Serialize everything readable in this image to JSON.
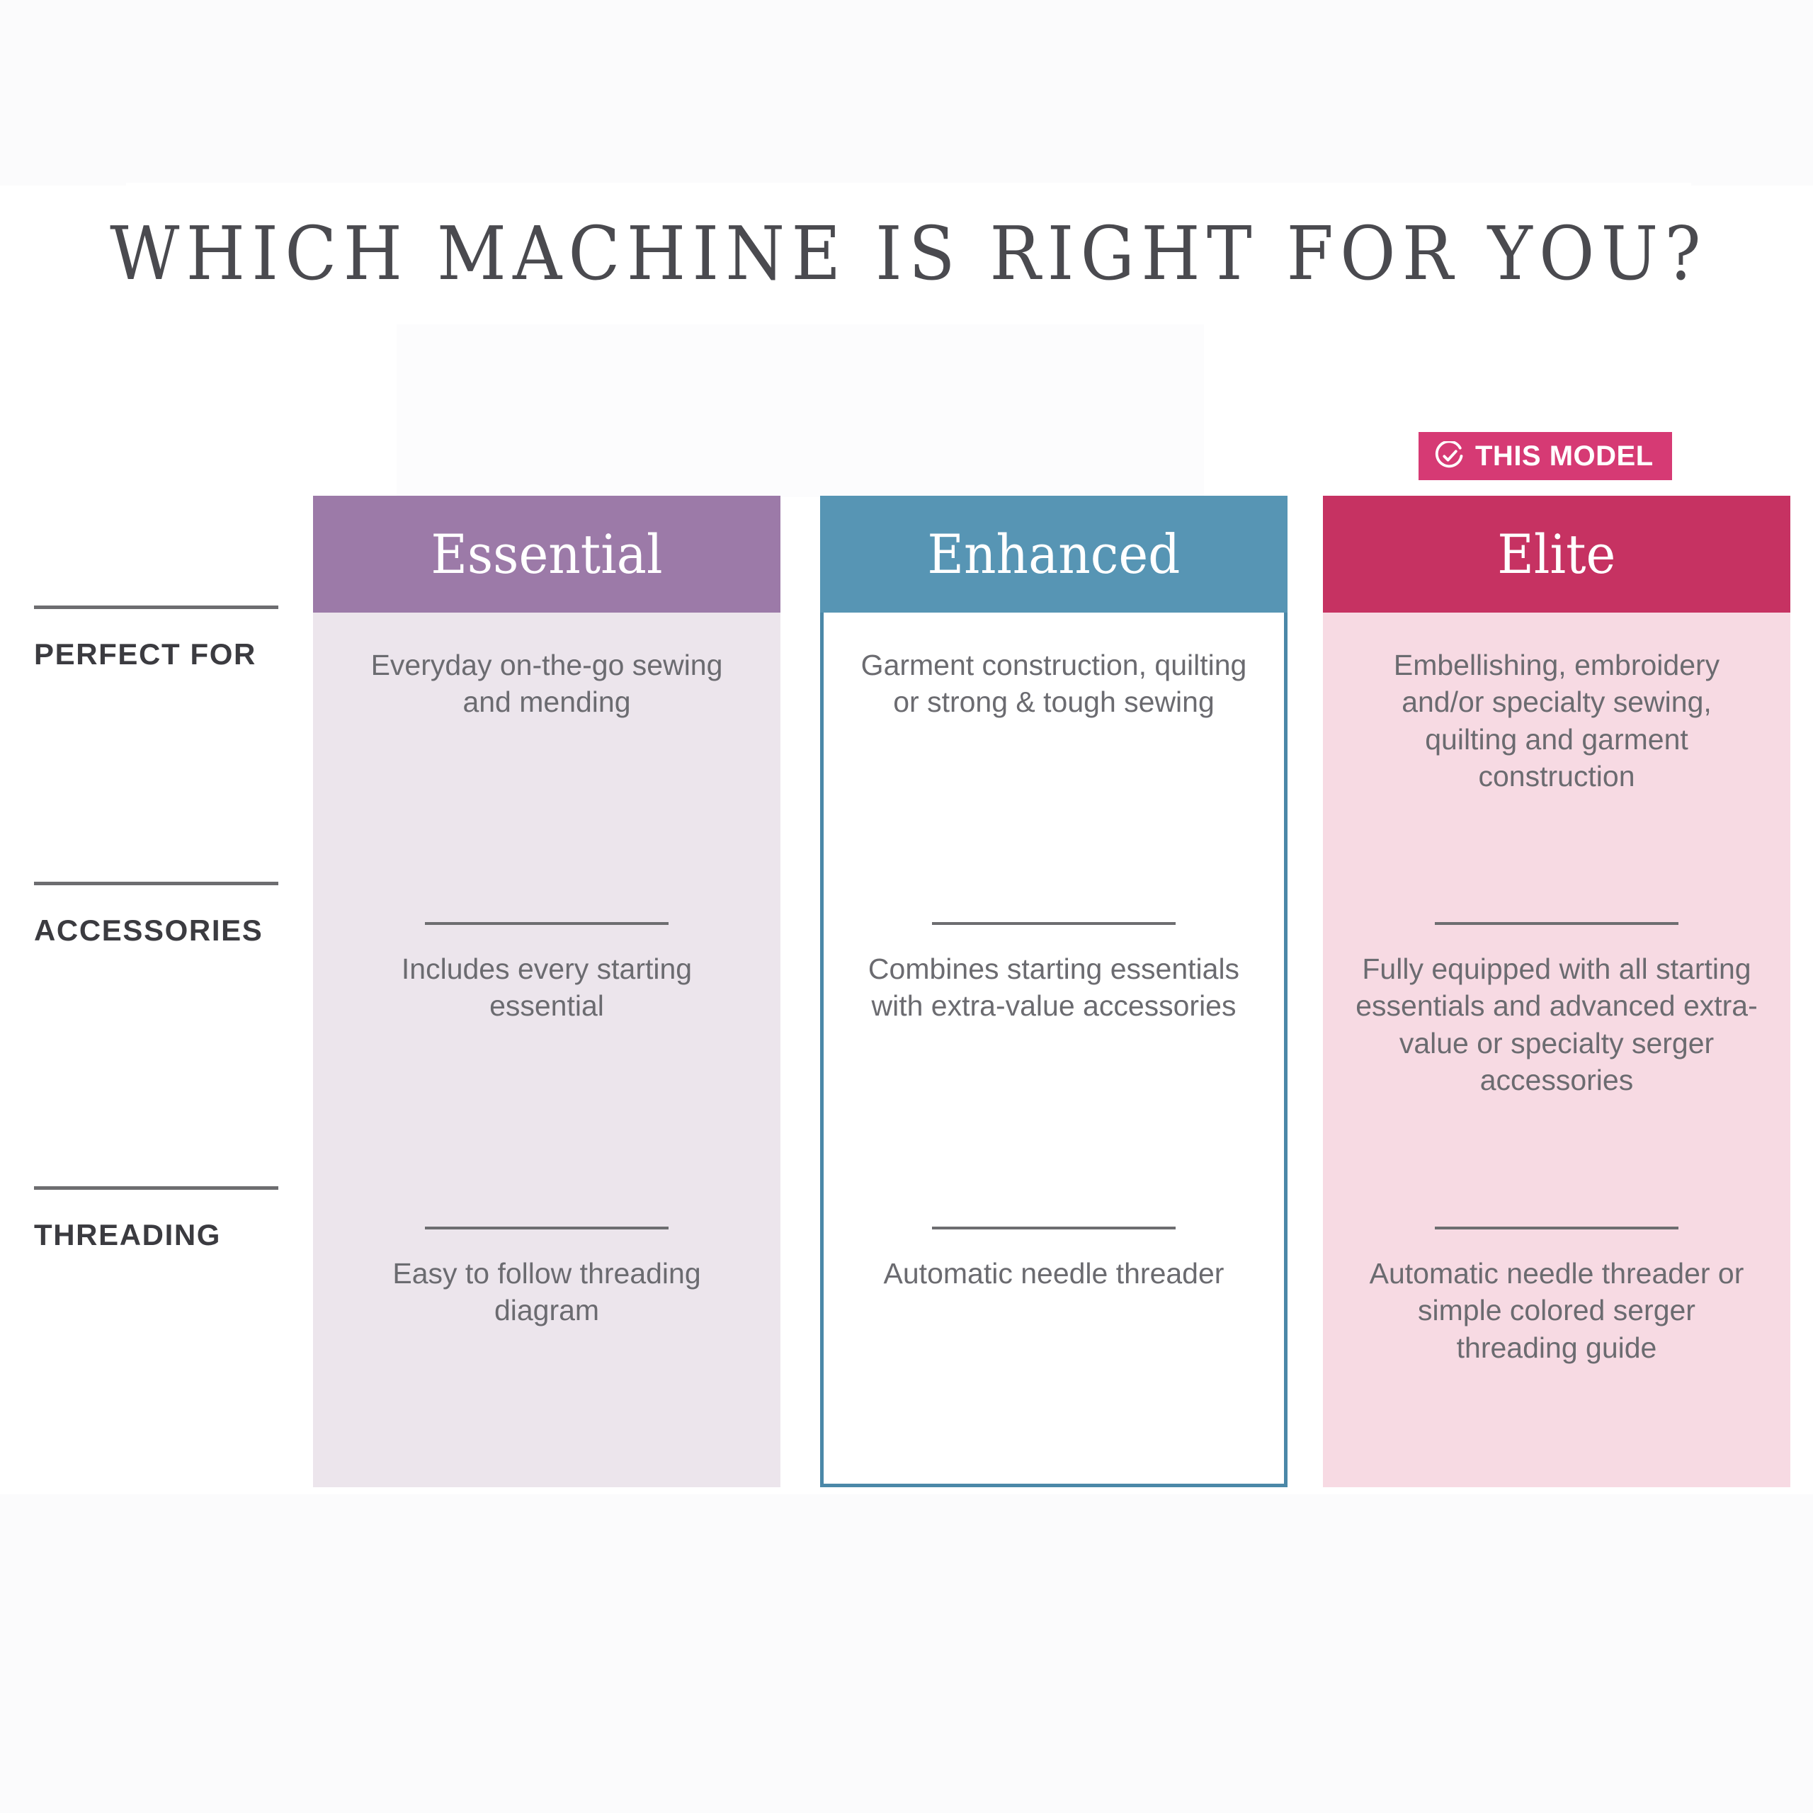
{
  "page": {
    "title": "WHICH MACHINE IS RIGHT FOR YOU?"
  },
  "badge": {
    "label": "THIS MODEL",
    "icon": "check-circle-icon",
    "background_color": "#d63a74",
    "text_color": "#ffffff",
    "applies_to_column": "Elite"
  },
  "row_labels": [
    {
      "label": "PERFECT FOR"
    },
    {
      "label": "ACCESSORIES"
    },
    {
      "label": "THREADING"
    }
  ],
  "columns": [
    {
      "name": "Essential",
      "header_color": "#9c7aa8",
      "body_color": "#ece5ec",
      "cells": {
        "perfect_for": "Everyday on-the-go sewing and mending",
        "accessories": "Includes every starting essential",
        "threading": "Easy to follow threading diagram"
      }
    },
    {
      "name": "Enhanced",
      "header_color": "#5795b4",
      "body_color": "#ffffff",
      "border_color": "#4b88a8",
      "cells": {
        "perfect_for": "Garment construction, quilting or strong & tough sewing",
        "accessories": "Combines starting essentials with extra-value accessories",
        "threading": "Automatic needle threader"
      }
    },
    {
      "name": "Elite",
      "header_color": "#c63262",
      "body_color": "#f7dae3",
      "cells": {
        "perfect_for": "Embellishing, embroidery and/or specialty sewing, quilting and garment construction",
        "accessories": "Fully equipped with all starting essentials and advanced extra-value or specialty serger accessories",
        "threading": "Automatic needle threader or simple colored serger threading guide"
      }
    }
  ]
}
